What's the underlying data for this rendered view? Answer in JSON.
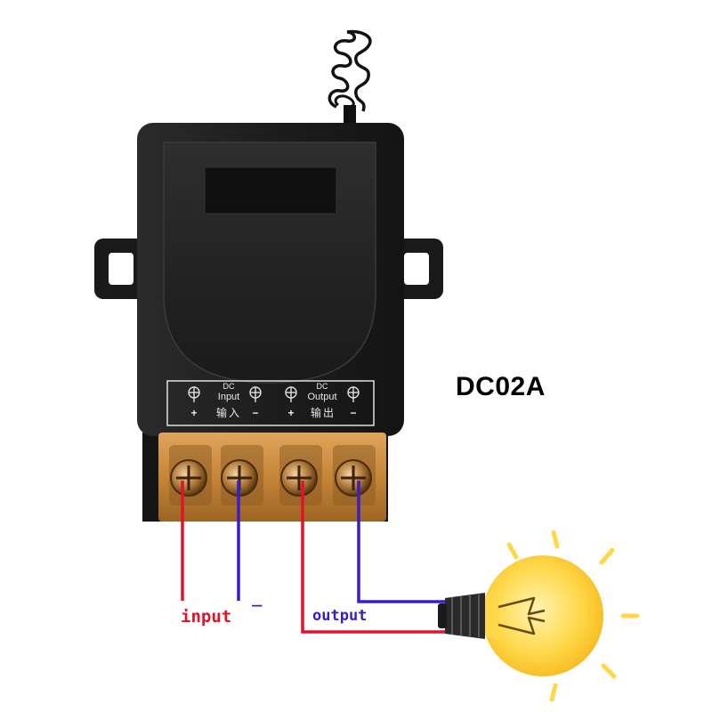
{
  "model": "DC02A",
  "panel": {
    "input_group": {
      "dc": "DC",
      "name": "Input",
      "cn": "输入",
      "plus": "+",
      "minus": "−"
    },
    "output_group": {
      "dc": "DC",
      "name": "Output",
      "cn": "输出",
      "plus": "+",
      "minus": "−"
    }
  },
  "wire_labels": {
    "input": "input",
    "minus": "_",
    "output": "output"
  },
  "colors": {
    "housing": "#1c1c1c",
    "terminal_block": "#c8893e",
    "positive_wire": "#e0142a",
    "negative_wire": "#3a1cc8",
    "bulb_glass": "#ffd84a",
    "bulb_base": "#2a2a2a"
  },
  "icons": [
    "antenna-coil-icon",
    "screw-terminal-icon",
    "light-bulb-icon"
  ]
}
